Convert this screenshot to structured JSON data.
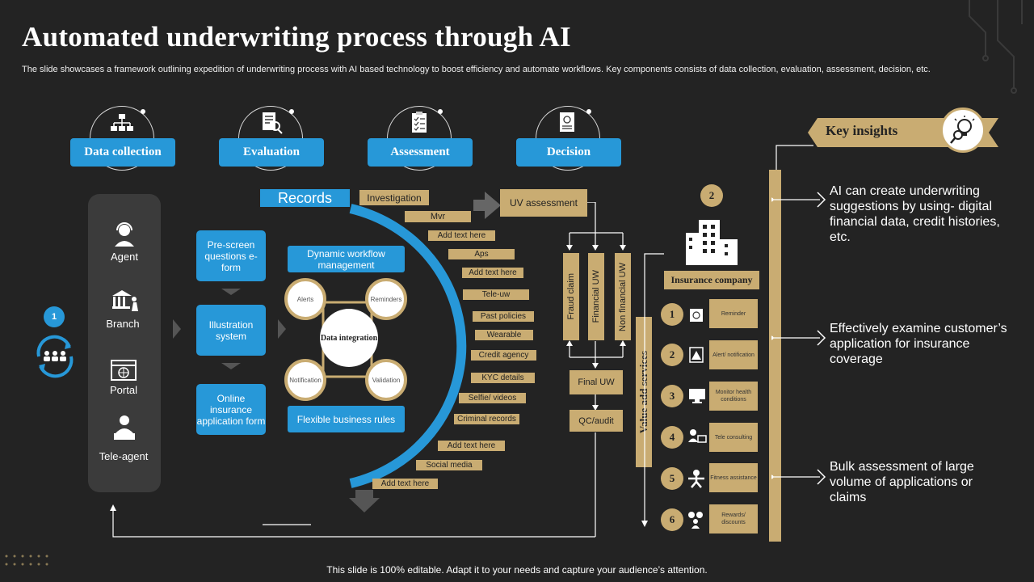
{
  "title": "Automated underwriting process through AI",
  "subtitle": "The slide showcases a framework outlining expedition of underwriting process with AI based technology to boost efficiency and automate workflows. Key components consists of data collection, evaluation, assessment, decision, etc.",
  "stages": [
    "Data collection",
    "Evaluation",
    "Assessment",
    "Decision"
  ],
  "step_numbers": {
    "one": "1",
    "two": "2"
  },
  "channels": [
    "Agent",
    "Branch",
    "Portal",
    "Tele-agent"
  ],
  "forms": [
    "Pre-screen questions e-form",
    "Illustration system",
    "Online insurance application form"
  ],
  "records_label": "Records",
  "dynamic_workflow": "Dynamic workflow management",
  "flexible_rules": "Flexible business rules",
  "data_integration": "Data integration",
  "petals": [
    "Alerts",
    "Reminders",
    "Notification",
    "Validation"
  ],
  "records": [
    "Investigation",
    "Mvr",
    "Add text here",
    "Aps",
    "Add text here",
    "Tele-uw",
    "Past policies",
    "Wearable",
    "Credit agency",
    "KYC details",
    "Selfie/ videos",
    "Criminal records",
    "Add text here",
    "Social media",
    "Add text here"
  ],
  "uv_assessment": "UV assessment",
  "uw_types": [
    "Fraud claim",
    "Financial UW",
    "Non financial UW"
  ],
  "final_uw": "Final UW",
  "qc_audit": "QC/audit",
  "value_add": "Value add services",
  "insurance_company": "Insurance company",
  "services": [
    {
      "num": "1",
      "label": "Reminder"
    },
    {
      "num": "2",
      "label": "Alert/ notification"
    },
    {
      "num": "3",
      "label": "Monitor health conditions"
    },
    {
      "num": "4",
      "label": "Tele consulting"
    },
    {
      "num": "5",
      "label": "Fitness assistance"
    },
    {
      "num": "6",
      "label": "Rewards/ discounts"
    }
  ],
  "key_insights": "Key insights",
  "insights": [
    "AI can create underwriting suggestions by using- digital financial data, credit histories, etc.",
    "Effectively examine customer’s application for insurance coverage",
    "Bulk assessment of large volume of applications or claims"
  ],
  "footer": "This slide is 100% editable. Adapt it to your needs and capture your audience’s attention.",
  "colors": {
    "background": "#232323",
    "accent_blue": "#2798d8",
    "accent_tan": "#c9ac72"
  }
}
